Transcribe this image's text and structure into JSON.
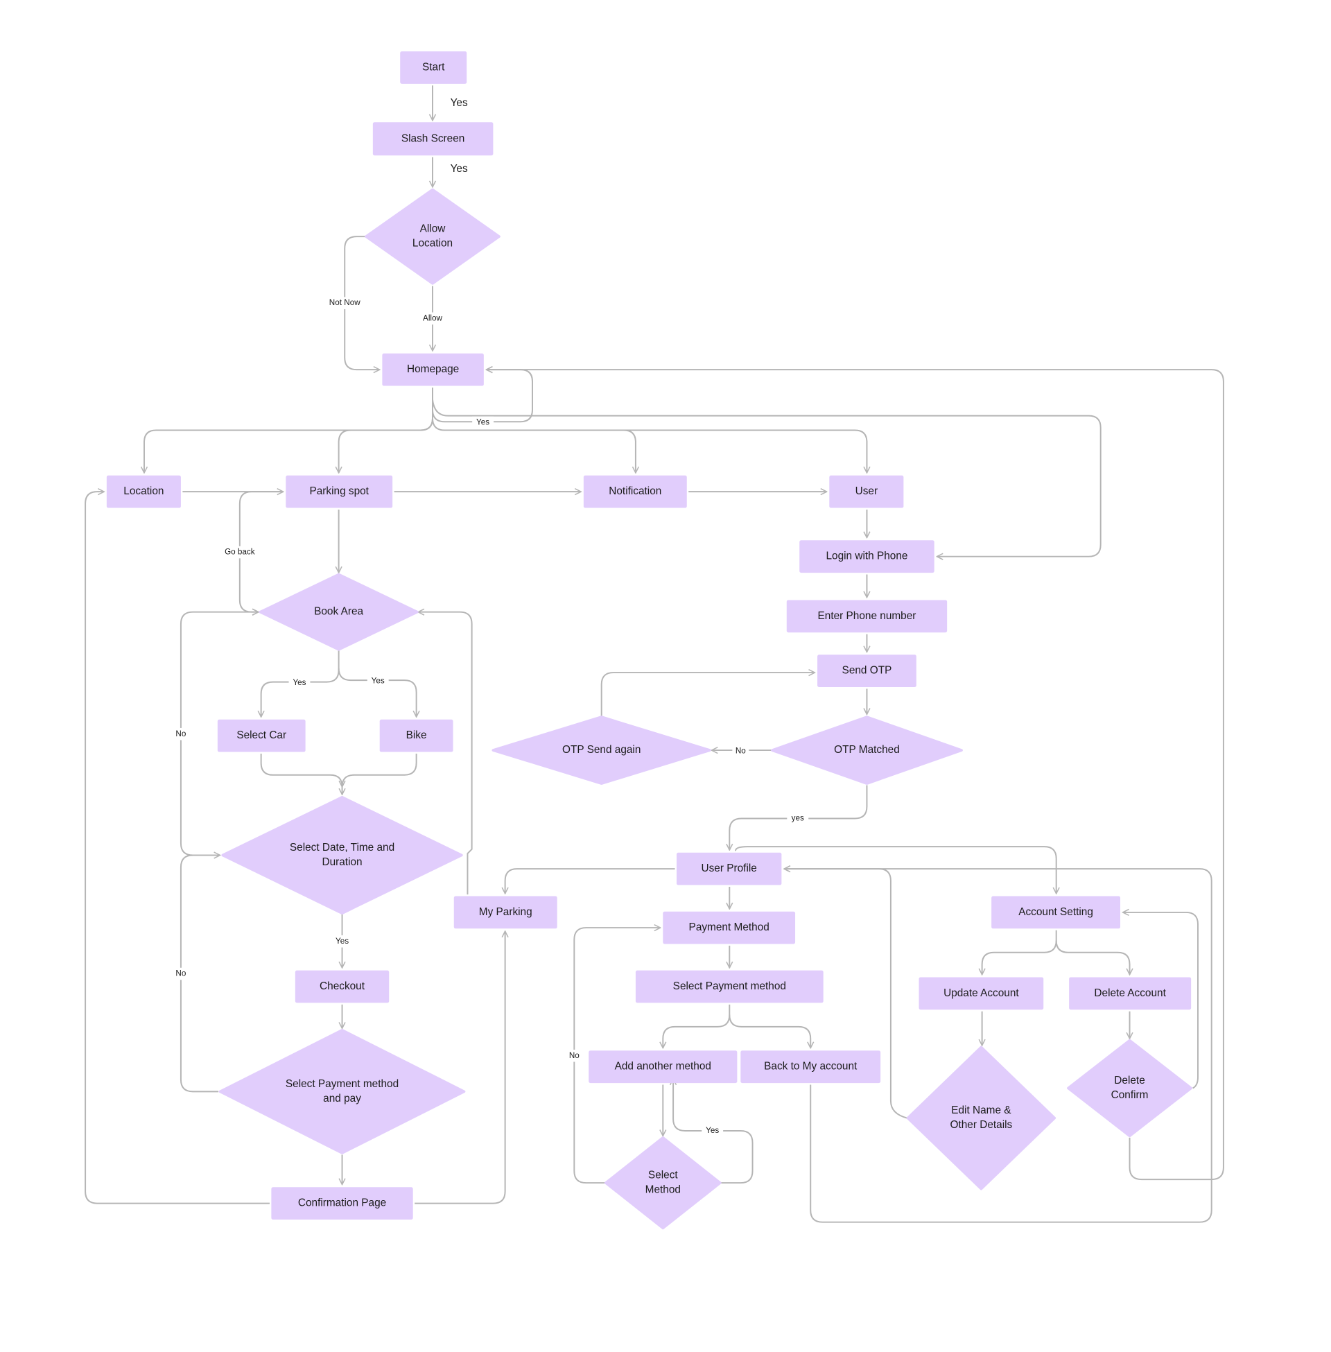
{
  "colors": {
    "node_fill": "#e1cdfc",
    "edge": "#b5b5b5",
    "text": "#1c1c1c",
    "background": "#ffffff"
  },
  "nodes": [
    {
      "id": "start",
      "shape": "rect",
      "lines": [
        "Start"
      ]
    },
    {
      "id": "splash",
      "shape": "rect",
      "lines": [
        "Slash Screen"
      ]
    },
    {
      "id": "allow-location",
      "shape": "diamond",
      "lines": [
        "Allow",
        "Location"
      ]
    },
    {
      "id": "homepage",
      "shape": "rect",
      "lines": [
        "Homepage"
      ]
    },
    {
      "id": "location",
      "shape": "rect",
      "lines": [
        "Location"
      ]
    },
    {
      "id": "parking-spot",
      "shape": "rect",
      "lines": [
        "Parking spot"
      ]
    },
    {
      "id": "notification",
      "shape": "rect",
      "lines": [
        "Notification"
      ]
    },
    {
      "id": "user",
      "shape": "rect",
      "lines": [
        "User"
      ]
    },
    {
      "id": "login-phone",
      "shape": "rect",
      "lines": [
        "Login with Phone"
      ]
    },
    {
      "id": "enter-phone",
      "shape": "rect",
      "lines": [
        "Enter Phone number"
      ]
    },
    {
      "id": "send-otp",
      "shape": "rect",
      "lines": [
        "Send OTP"
      ]
    },
    {
      "id": "otp-send-again",
      "shape": "diamond",
      "lines": [
        "OTP Send again"
      ]
    },
    {
      "id": "otp-matched",
      "shape": "diamond",
      "lines": [
        "OTP Matched"
      ]
    },
    {
      "id": "book-area",
      "shape": "diamond",
      "lines": [
        "Book Area"
      ]
    },
    {
      "id": "select-car",
      "shape": "rect",
      "lines": [
        "Select Car"
      ]
    },
    {
      "id": "bike",
      "shape": "rect",
      "lines": [
        "Bike"
      ]
    },
    {
      "id": "select-date",
      "shape": "diamond",
      "lines": [
        "Select Date, Time and",
        "Duration"
      ]
    },
    {
      "id": "checkout",
      "shape": "rect",
      "lines": [
        "Checkout"
      ]
    },
    {
      "id": "select-payment-pay",
      "shape": "diamond",
      "lines": [
        "Select Payment method",
        "and pay"
      ]
    },
    {
      "id": "confirmation",
      "shape": "rect",
      "lines": [
        "Confirmation Page"
      ]
    },
    {
      "id": "my-parking",
      "shape": "rect",
      "lines": [
        "My Parking"
      ]
    },
    {
      "id": "user-profile",
      "shape": "rect",
      "lines": [
        "User Profile"
      ]
    },
    {
      "id": "payment-method",
      "shape": "rect",
      "lines": [
        "Payment Method"
      ]
    },
    {
      "id": "select-payment-method",
      "shape": "rect",
      "lines": [
        "Select Payment method"
      ]
    },
    {
      "id": "add-method",
      "shape": "rect",
      "lines": [
        "Add another method"
      ]
    },
    {
      "id": "back-account",
      "shape": "rect",
      "lines": [
        "Back to My account"
      ]
    },
    {
      "id": "select-method",
      "shape": "diamond",
      "lines": [
        "Select",
        "Method"
      ]
    },
    {
      "id": "account-setting",
      "shape": "rect",
      "lines": [
        "Account Setting"
      ]
    },
    {
      "id": "update-account",
      "shape": "rect",
      "lines": [
        "Update Account"
      ]
    },
    {
      "id": "delete-account",
      "shape": "rect",
      "lines": [
        "Delete Account"
      ]
    },
    {
      "id": "edit-name",
      "shape": "diamond",
      "lines": [
        "Edit Name &",
        "Other Details"
      ]
    },
    {
      "id": "delete-confirm",
      "shape": "diamond",
      "lines": [
        "Delete",
        "Confirm"
      ]
    }
  ],
  "edges": [
    {
      "id": "start-splash",
      "label": "Yes"
    },
    {
      "id": "splash-allow",
      "label": "Yes"
    },
    {
      "id": "allow-home",
      "label": "Allow"
    },
    {
      "id": "notnow-home",
      "label": "Not Now"
    },
    {
      "id": "home-location",
      "label": ""
    },
    {
      "id": "home-parking",
      "label": ""
    },
    {
      "id": "home-notification",
      "label": ""
    },
    {
      "id": "home-user",
      "label": ""
    },
    {
      "id": "home-loop",
      "label": "Yes"
    },
    {
      "id": "home-login",
      "label": ""
    },
    {
      "id": "deleteconfirm-home",
      "label": ""
    },
    {
      "id": "location-parking",
      "label": ""
    },
    {
      "id": "parking-notification",
      "label": ""
    },
    {
      "id": "notification-user",
      "label": ""
    },
    {
      "id": "parking-book",
      "label": ""
    },
    {
      "id": "go-back",
      "label": "Go back"
    },
    {
      "id": "book-car",
      "label": "Yes"
    },
    {
      "id": "book-bike",
      "label": "Yes"
    },
    {
      "id": "car-date",
      "label": ""
    },
    {
      "id": "bike-date",
      "label": ""
    },
    {
      "id": "date-book-no",
      "label": "No"
    },
    {
      "id": "pay-date-no",
      "label": "No"
    },
    {
      "id": "date-checkout",
      "label": "Yes"
    },
    {
      "id": "checkout-pay",
      "label": ""
    },
    {
      "id": "pay-confirmation",
      "label": ""
    },
    {
      "id": "confirmation-location",
      "label": ""
    },
    {
      "id": "confirmation-myparking",
      "label": ""
    },
    {
      "id": "myparking-book",
      "label": ""
    },
    {
      "id": "profile-myparking",
      "label": ""
    },
    {
      "id": "user-login",
      "label": ""
    },
    {
      "id": "login-enter",
      "label": ""
    },
    {
      "id": "enter-send",
      "label": ""
    },
    {
      "id": "send-matched",
      "label": ""
    },
    {
      "id": "matched-again",
      "label": "No"
    },
    {
      "id": "again-send",
      "label": ""
    },
    {
      "id": "matched-profile",
      "label": "yes"
    },
    {
      "id": "profile-account",
      "label": ""
    },
    {
      "id": "profile-payment",
      "label": ""
    },
    {
      "id": "payment-select",
      "label": ""
    },
    {
      "id": "select-add",
      "label": ""
    },
    {
      "id": "select-back",
      "label": ""
    },
    {
      "id": "add-selectmethod",
      "label": ""
    },
    {
      "id": "selectmethod-add-yes",
      "label": "Yes"
    },
    {
      "id": "selectmethod-payment-no",
      "label": "No"
    },
    {
      "id": "back-profile",
      "label": ""
    },
    {
      "id": "edit-profile",
      "label": ""
    },
    {
      "id": "account-update",
      "label": ""
    },
    {
      "id": "account-delete",
      "label": ""
    },
    {
      "id": "update-edit",
      "label": ""
    },
    {
      "id": "delete-deleteconfirm",
      "label": ""
    },
    {
      "id": "deleteconfirm-account",
      "label": ""
    }
  ]
}
